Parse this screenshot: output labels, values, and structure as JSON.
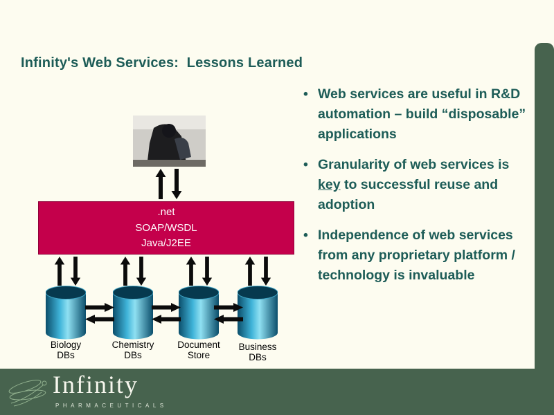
{
  "title": "Infinity's Web Services:  Lessons Learned",
  "bullet_marker": "•",
  "bullets": [
    {
      "pre": "Web services are useful in R&D automation – build “disposable” applications",
      "underlined": "",
      "post": ""
    },
    {
      "pre": "Granularity of web services is ",
      "underlined": "key",
      "post": " to successful reuse and adoption"
    },
    {
      "pre": "Independence of web services from any proprietary platform / technology is invaluable",
      "underlined": "",
      "post": ""
    }
  ],
  "stack": {
    "layers": [
      ".net",
      "SOAP/WSDL",
      "Java/J2EE"
    ]
  },
  "databases": [
    {
      "line1": "Biology",
      "line2": "DBs"
    },
    {
      "line1": "Chemistry",
      "line2": "DBs"
    },
    {
      "line1": "Document",
      "line2": "Store"
    },
    {
      "line1": "Business",
      "line2": "DBs"
    }
  ],
  "footer": {
    "brand": "Infinity",
    "subtitle": "PHARMACEUTICALS"
  },
  "colors": {
    "accent_green": "#47634E",
    "stack_crimson": "#C4004B",
    "text_teal": "#1D5C57",
    "cylinder_teal": "#3FB3D8"
  }
}
